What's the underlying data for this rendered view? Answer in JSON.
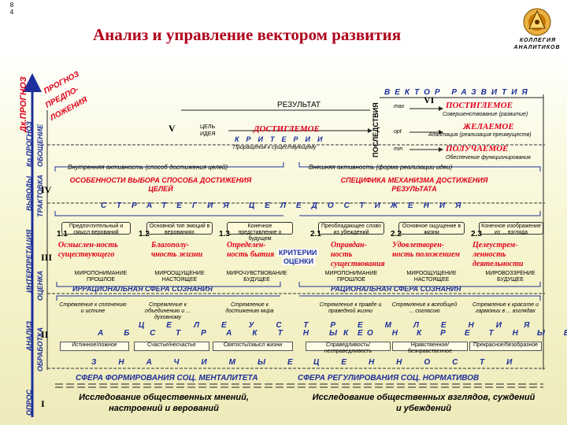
{
  "slide": {
    "number_top": "8",
    "number_bottom": "4",
    "title": "Анализ и управление вектором развития",
    "logo_text_1": "КОЛЛЕГИЯ",
    "logo_text_2": "АНАЛИТИКОВ"
  },
  "left": {
    "forecast_1": "ПРОГНОЗ",
    "forecast_2": "ПРЕДПО-",
    "forecast_3": "ЛОЖЕНИЯ",
    "dk_prognoz": "Дк.ПРОГНОЗ",
    "kr_prognoz": "Кр.ПРОГНОЗ",
    "obobshchenie": "ОБОЩЕНИЕ",
    "vyvody": "ВЫВОДЫ",
    "traktovka": "ТРАКТОВКА",
    "interpretatsiya": "ИНТЕРПРЕТАЦИЯ",
    "otsenka": "ОЦЕНКА",
    "analiz": "АНАЛИЗ",
    "obrabotka": "ОБРАБОТКА",
    "opros": "ОПРОС"
  },
  "top": {
    "vector": "ВЕКТОР РАЗВИТИЯ",
    "result": "РЕЗУЛЬТАТ",
    "consequences": "ПОСЛЕДСТВИЯ",
    "max": "max",
    "opt": "opt",
    "min": "min",
    "roman_vi": "VI",
    "roman_v": "V",
    "postigaemoe": "ПОСТИГЛЕМОЕ",
    "postigaemoe_sub": "Совершенствование (развитие)",
    "zhelaemoe": "ЖЕЛАЕМОЕ",
    "zhelaemoe_sub": "Адаптация (реализация преимуществ)",
    "poluchaemoe": "ПОЛУЧАЕМОЕ",
    "poluchaemoe_sub": "Обеспечение функционирования",
    "tsel": "ЦЕЛЬ",
    "ideya": "ИДЕЯ",
    "dostigaemoe": "ДОСТИГЛЕМОЕ",
    "kriterii": "КРИТЕРИИ",
    "priraschenie": "Приращения к существующему"
  },
  "middle": {
    "inner_activity": "Внутренняя активность (способ достижения целей)",
    "outer_activity": "Внешняя активность (форма реализации идеи)",
    "roman_iv": "IV",
    "osobennosti": "ОСОБЕННОСТИ ВЫБОРА СПОСОБА ДОСТИЖЕНИЯ ЦЕЛЕЙ",
    "spetsifika": "СПЕЦИФИКА МЕХАНИЗМА ДОСТИЖЕНИЯ РЕЗУЛЬТАТА",
    "strategy": "СТРАТЕГИЯ",
    "tseledostizheniya": "ЦЕЛЕДОСТИЖЕНИЯ"
  },
  "criteria": [
    {
      "num": "1.1",
      "top": "Предпочтительный и смысл верований",
      "word": "Осмыслен-ность существующего",
      "sub": "МИРОПОНИМАНИЕ ПРОШЛОЕ"
    },
    {
      "num": "1.2",
      "top": "Основной тип эмоций в верованиях",
      "word": "Благополу-чность жизни",
      "sub": "МИРООЩУЩЕНИЕ НАСТОЯЩЕЕ"
    },
    {
      "num": "1.3",
      "top": "Конечное представление о будущем",
      "word": "Определен-ность бытия",
      "sub": "МИРОЧУВСТВОВАНИЕ БУДУЩЕЕ"
    },
    {
      "num": "2.1",
      "top": "Преобладающее слово из убеждений",
      "word": "Оправдан-ность существования",
      "sub": "МИРОПОНИМАНИЕ ПРОШЛОЕ"
    },
    {
      "num": "2.2",
      "top": "Основное ощущение в жизни",
      "word": "Удовлетворен-ность положением",
      "sub": "МИРООЩУЩЕНИЕ НАСТОЯЩЕЕ"
    },
    {
      "num": "2.3",
      "top": "Конечное изображение из ... взгляда",
      "word": "Целеустрем-ленность деятельности",
      "sub": "МИРОВОЗЗРЕНИЕ БУДУЩЕЕ"
    }
  ],
  "criteria_center_1": "КРИТЕРИИ",
  "criteria_center_2": "ОЦЕНКИ",
  "roman_iii": "III",
  "irrational": "ИРРАЦИОНАЛЬНАЯ СФЕРА СОЗНАНИЯ",
  "rational": "РАЦИОНАЛЬНАЯ СФЕРА СОЗНАНИЯ",
  "lower_items": [
    {
      "top": "Стремление к сплочению и истине",
      "bottom": "Истинное/ложное"
    },
    {
      "top": "Стремление к объединению и ... духовному",
      "bottom": "Счастье/несчастье"
    },
    {
      "top": "Стремление к достижению мира",
      "bottom": "Святость/смысл жизни"
    },
    {
      "top": "Стремление к правде и праведной жизни",
      "bottom": "Справедливость/несправедливость"
    },
    {
      "top": "Стремление к всеобщей ... согласию",
      "bottom": "Нравственное/безнравственное"
    },
    {
      "top": "Стремление к красоте и гармонии в ... взглядах",
      "bottom": "Прекрасное/безобразное"
    }
  ],
  "tseleustremleniya": "ЦЕЛЕУСТРЕМЛЕНИЯ",
  "roman_ii": "II",
  "abstraktnye": "АБСТРАКТНЫЕ",
  "konkretnye": "КОНКРЕТНЫЕ",
  "znachimye": "ЗНАЧИМЫЕ",
  "tsennosti": "ЦЕННОСТИ",
  "sfera_left": "СФЕРА ФОРМИРОВАНИЯ СОЦ. МЕНТАЛИТЕТА",
  "sfera_right": "СФЕРА РЕГУЛИРОВАНИЯ СОЦ. НОРМАТИВОВ",
  "roman_i": "I",
  "research_left": "Исследование общественных мнений, настроений и верований",
  "research_right": "Исследование общественных взглядов, суждений и убеждений"
}
